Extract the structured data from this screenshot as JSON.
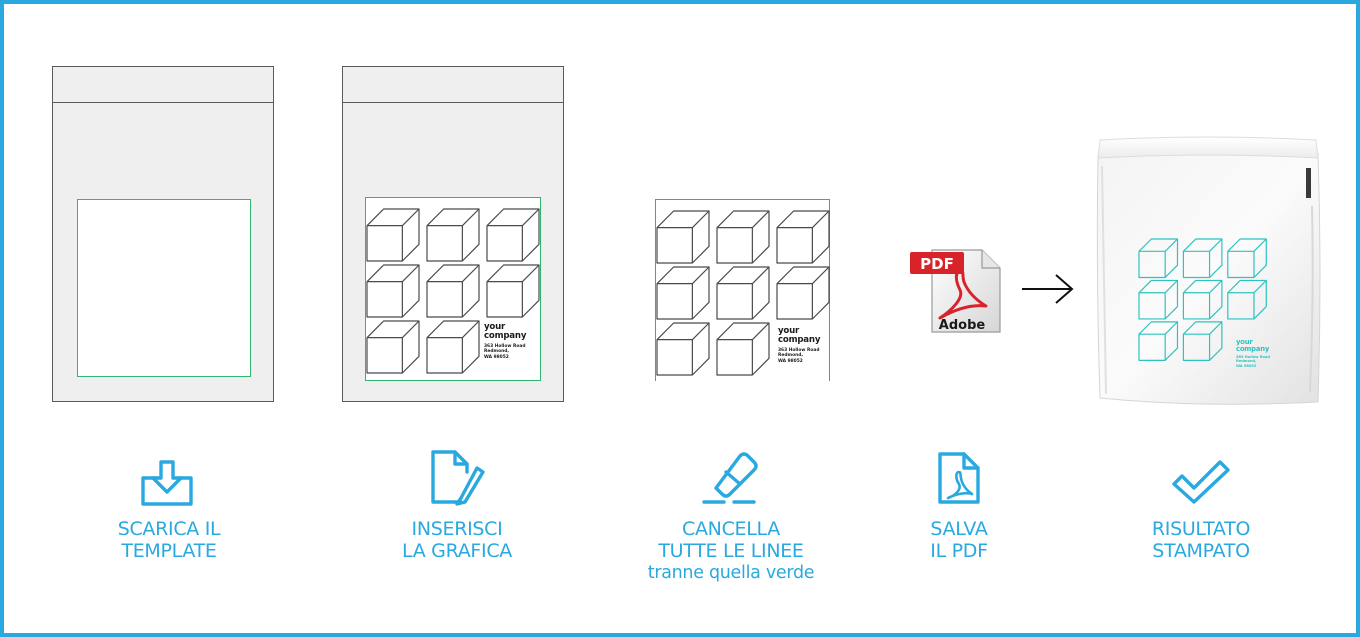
{
  "accent_color": "#29a9e0",
  "print_area_color": "#32b56e",
  "result_print_color": "#2cc3c0",
  "panels": {
    "template": {
      "icon": "bag-template-illustration"
    },
    "graphic": {
      "company_name": "your\ncompany",
      "company_address": "363 Hollow Road\nRedmond,\nWA 98052"
    },
    "cleaned": {
      "company_name": "your\ncompany",
      "company_address": "363 Hollow Road\nRedmond,\nWA 98052"
    },
    "pdf_file": {
      "badge": "PDF",
      "brand": "Adobe"
    },
    "arrow": {
      "icon": "arrow-right-icon"
    },
    "result": {
      "company_name": "your\ncompany",
      "company_address": "363 Hollow Road\nRedmond,\nWA 98052"
    }
  },
  "steps": [
    {
      "icon": "download-icon",
      "label": "SCARICA IL\nTEMPLATE",
      "sub": ""
    },
    {
      "icon": "edit-document-icon",
      "label": "INSERISCI\nLA GRAFICA",
      "sub": ""
    },
    {
      "icon": "eraser-icon",
      "label": "CANCELLA\nTUTTE LE LINEE",
      "sub": "tranne quella verde"
    },
    {
      "icon": "pdf-document-icon",
      "label": "SALVA\nIL PDF",
      "sub": ""
    },
    {
      "icon": "checkmark-icon",
      "label": "RISULTATO\nSTAMPATO",
      "sub": ""
    }
  ]
}
